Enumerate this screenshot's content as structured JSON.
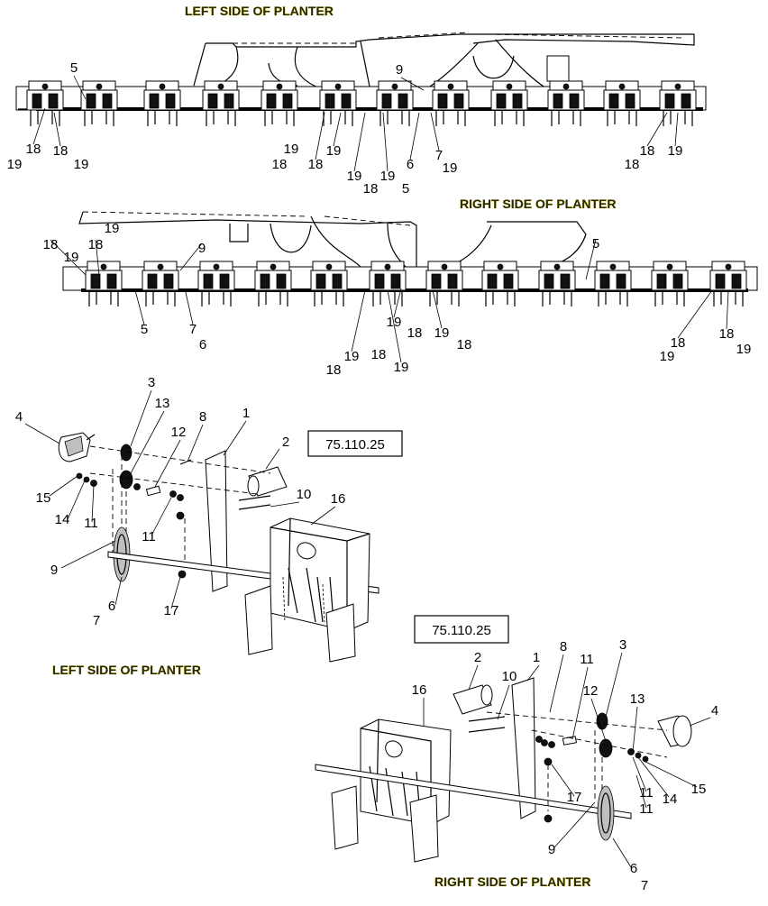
{
  "titles": {
    "top_left": "LEFT SIDE OF PLANTER",
    "top_right": "RIGHT SIDE OF PLANTER",
    "bottom_left": "LEFT SIDE OF PLANTER",
    "bottom_right": "RIGHT SIDE OF PLANTER"
  },
  "reference_boxes": {
    "left": "75.110.25",
    "right": "75.110.25"
  },
  "callouts": {
    "row1": [
      "5",
      "9",
      "18",
      "19",
      "18",
      "19",
      "19",
      "18",
      "18",
      "19",
      "19",
      "18",
      "19",
      "5",
      "6",
      "7",
      "19",
      "18",
      "18",
      "19"
    ],
    "row2": [
      "18",
      "18",
      "19",
      "19",
      "9",
      "5",
      "7",
      "6",
      "5",
      "19",
      "18",
      "19",
      "18",
      "19",
      "18",
      "19",
      "18",
      "19",
      "18",
      "18",
      "19"
    ],
    "left_assembly": [
      "4",
      "3",
      "13",
      "12",
      "8",
      "1",
      "2",
      "15",
      "14",
      "11",
      "11",
      "10",
      "16",
      "9",
      "6",
      "7",
      "17"
    ],
    "right_assembly": [
      "2",
      "10",
      "1",
      "8",
      "11",
      "3",
      "12",
      "13",
      "4",
      "16",
      "11",
      "15",
      "14",
      "17",
      "11",
      "9",
      "6",
      "7"
    ]
  }
}
